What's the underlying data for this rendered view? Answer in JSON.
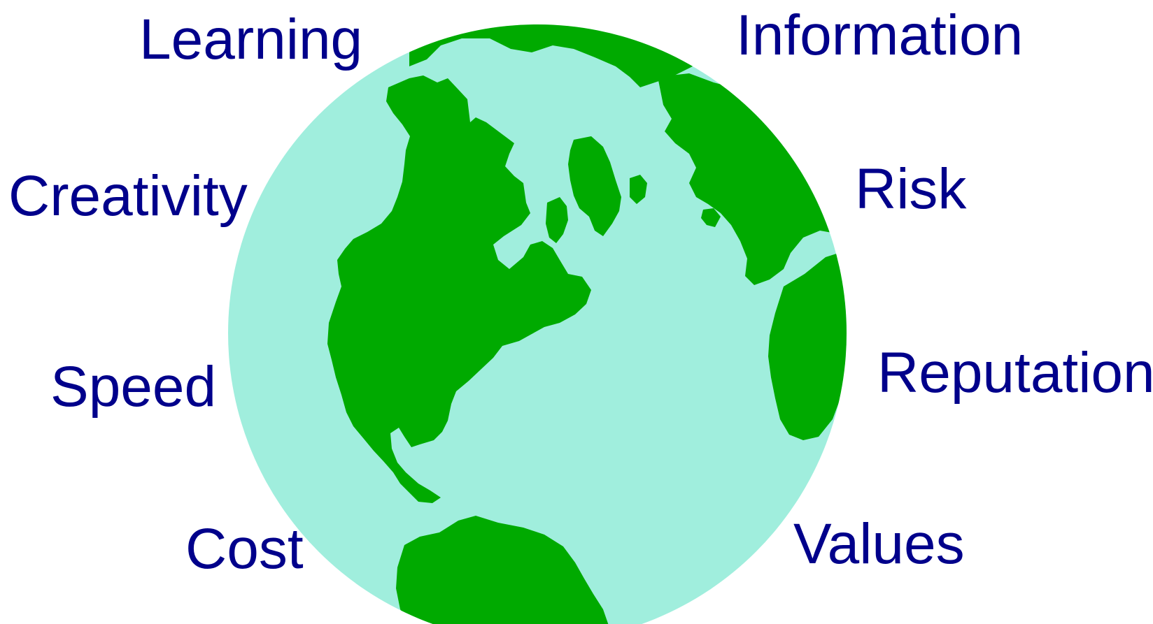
{
  "labels": {
    "learning": "Learning",
    "information": "Information",
    "creativity": "Creativity",
    "risk": "Risk",
    "speed": "Speed",
    "reputation": "Reputation",
    "cost": "Cost",
    "values": "Values"
  },
  "colors": {
    "label_text": "#00008B",
    "ocean": "#A0EEDD",
    "land": "#00AA00"
  }
}
